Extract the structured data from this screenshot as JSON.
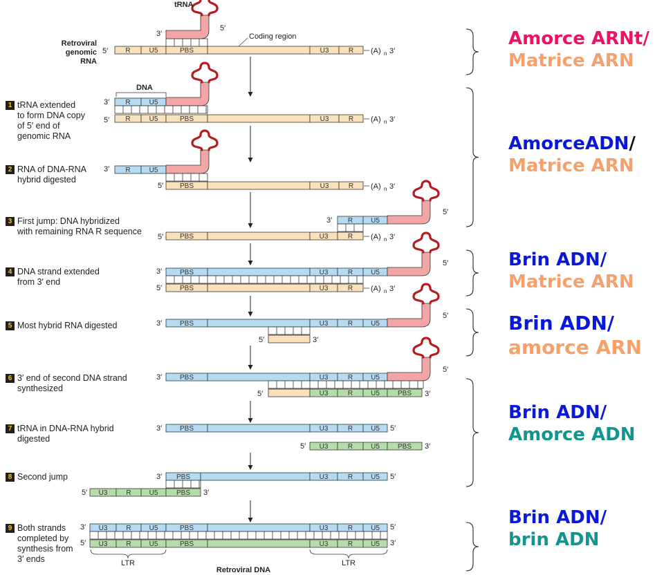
{
  "colors": {
    "rna": "#f9e2bb",
    "dna_minus": "#b4dbf1",
    "dna_plus": "#b6dcab",
    "trna": "#f2a5a5",
    "trna_loop": "#b41c22",
    "label_pink": "#ee1166",
    "label_orange": "#f7a06a",
    "label_blue": "#0a18d8",
    "label_teal": "#13948e"
  },
  "diagram": {
    "trna_label": "tRNA",
    "top_left_label": "Retroviral\ngenomic\nRNA",
    "coding_region": "Coding region",
    "dna_label": "DNA",
    "ltr": "LTR",
    "retroviral_dna": "Retroviral DNA",
    "p3": "3′",
    "p5": "5′",
    "polyA": "(A)",
    "polyA_sub": "n",
    "seg": {
      "R": "R",
      "U5": "U5",
      "U3": "U3",
      "PBS": "PBS"
    }
  },
  "steps": [
    {
      "num": "1",
      "text": "tRNA extended\nto form DNA copy\nof 5′ end of\ngenomic RNA"
    },
    {
      "num": "2",
      "text": "RNA of DNA-RNA\nhybrid digested"
    },
    {
      "num": "3",
      "text": "First jump: DNA hybridized\nwith remaining RNA R sequence"
    },
    {
      "num": "4",
      "text": "DNA strand extended\nfrom 3′ end"
    },
    {
      "num": "5",
      "text": "Most hybrid RNA digested"
    },
    {
      "num": "6",
      "text": "3′ end of second DNA strand\nsynthesized"
    },
    {
      "num": "7",
      "text": "tRNA in DNA-RNA hybrid\ndigested"
    },
    {
      "num": "8",
      "text": "Second jump"
    },
    {
      "num": "9",
      "text": "Both strands\ncompleted by\nsynthesis from\n3′ ends"
    }
  ],
  "annotations": [
    {
      "a": "Amorce ARNt",
      "sep": "/",
      "b": "Matrice ARN"
    },
    {
      "a": "AmorceADN",
      "sep": "/",
      "b": "Matrice ARN"
    },
    {
      "a": "Brin ADN",
      "sep": "/",
      "b": "Matrice ARN"
    },
    {
      "a": "Brin ADN",
      "sep": "/",
      "b": "amorce ARN"
    },
    {
      "a": "Brin ADN",
      "sep": "/",
      "b": "Amorce ADN"
    },
    {
      "a": "Brin ADN",
      "sep": "/",
      "b": "brin ADN"
    }
  ]
}
